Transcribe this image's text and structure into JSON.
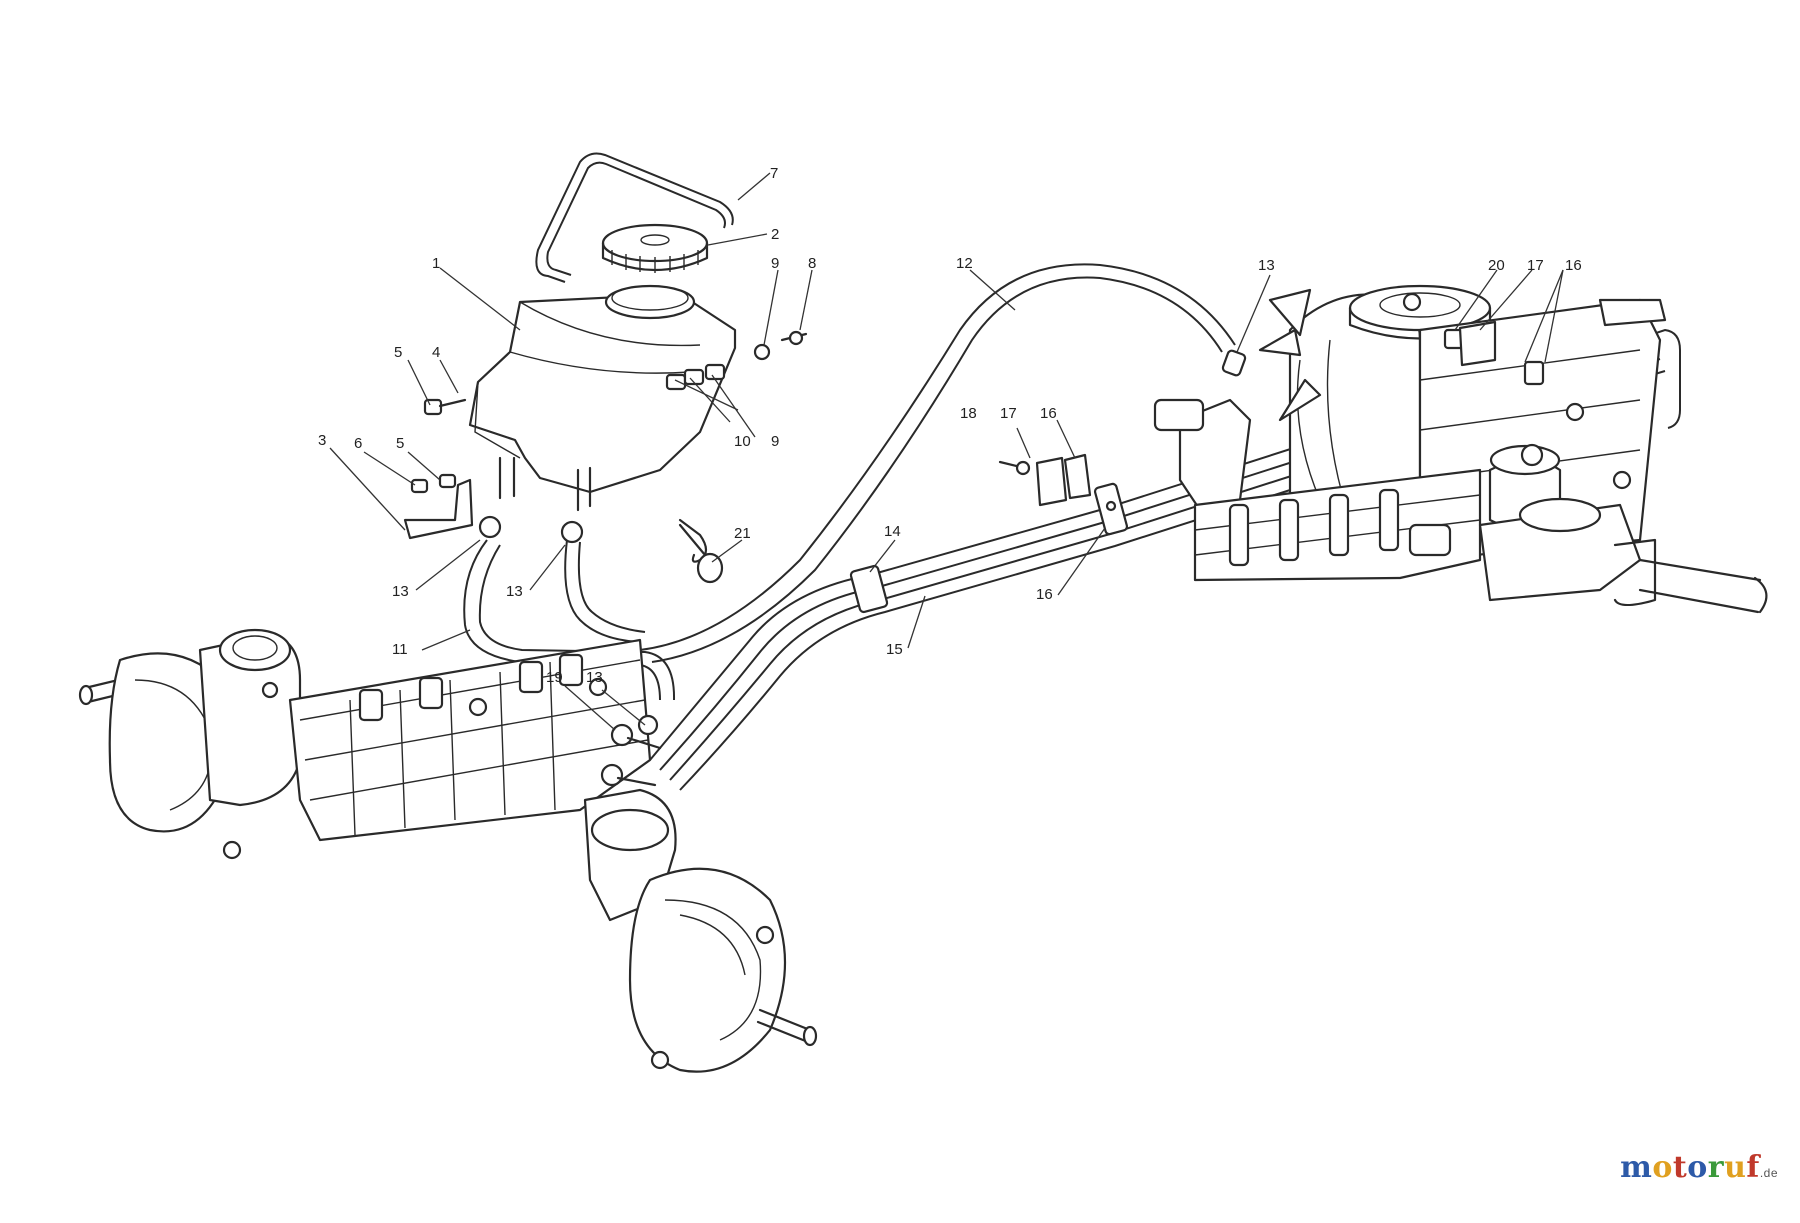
{
  "diagram": {
    "callouts": {
      "c1": "1",
      "c2": "2",
      "c3": "3",
      "c4": "4",
      "c5a": "5",
      "c5b": "5",
      "c6": "6",
      "c7": "7",
      "c8": "8",
      "c9a": "9",
      "c9b": "9",
      "c10": "10",
      "c11": "11",
      "c12": "12",
      "c13a": "13",
      "c13b": "13",
      "c13c": "13",
      "c13d": "13",
      "c14": "14",
      "c15": "15",
      "c16a": "16",
      "c16b": "16",
      "c16c": "16",
      "c17a": "17",
      "c17b": "17",
      "c18": "18",
      "c19": "19",
      "c20": "20",
      "c21": "21"
    }
  },
  "watermark": {
    "letters": [
      "m",
      "o",
      "t",
      "o",
      "r",
      "u",
      "f"
    ],
    "letter_colors": [
      "#2d5aa8",
      "#e0a020",
      "#c0392b",
      "#2d5aa8",
      "#3a9a3a",
      "#e0a020",
      "#c0392b"
    ],
    "suffix": ".de"
  }
}
